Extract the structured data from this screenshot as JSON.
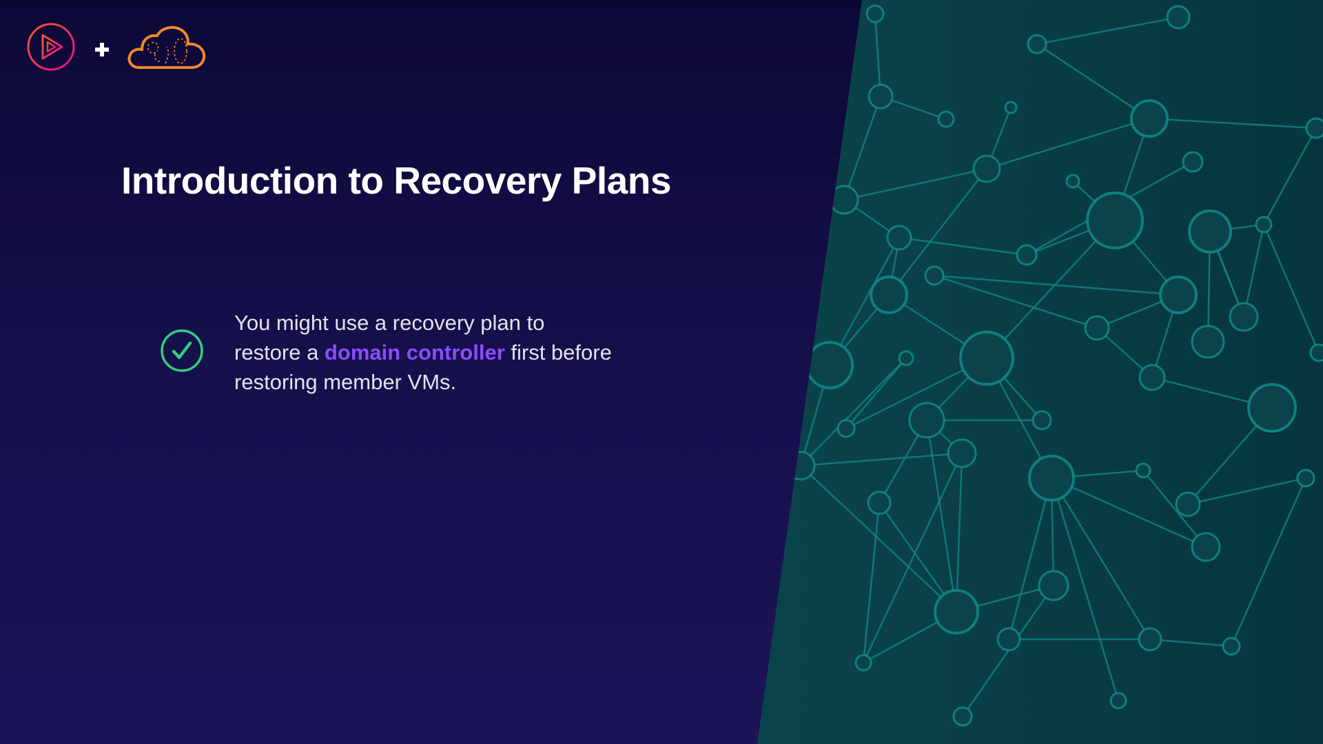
{
  "slide": {
    "title": "Introduction to Recovery Plans",
    "bullet": {
      "line1": "You might use a recovery plan to",
      "line2_before": "restore a ",
      "line2_highlight": "domain controller",
      "line2_after": " first before",
      "line3": "restoring member VMs."
    }
  },
  "logos": {
    "left": "play-logo-icon",
    "separator": "plus-icon",
    "right": "cloud-logo-icon"
  },
  "colors": {
    "background_top": "#0c0836",
    "background_bottom": "#1b1558",
    "panel_teal": "#0b4a4f",
    "network_lines": "#11898a",
    "highlight": "#8b4dff",
    "check_green": "#2fd07f",
    "play_logo": "#e8265e",
    "cloud_logo": "#f08a2c"
  }
}
